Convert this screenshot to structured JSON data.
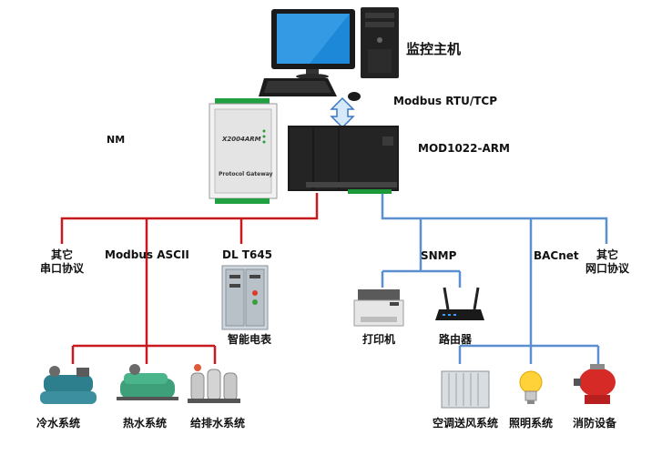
{
  "title_host": "监控主机",
  "protocol_top": "Modbus RTU/TCP",
  "device_main": "MOD1022-ARM",
  "gateway_text": "X2004ARM",
  "gateway_sub": "Protocol Gateway",
  "side_mark": "NM",
  "left_branch": {
    "other_serial_1": "其它",
    "other_serial_2": "串口协议",
    "modbus_ascii": "Modbus  ASCII",
    "dl_t645": "DL  T645",
    "smart_meter": "智能电表",
    "cold_water": "冷水系统",
    "hot_water": "热水系统",
    "water_supply": "给排水系统"
  },
  "right_branch": {
    "snmp": "SNMP",
    "bacnet": "BACnet",
    "other_net_1": "其它",
    "other_net_2": "网口协议",
    "printer": "打印机",
    "router": "路由器",
    "aircon": "空调送风系统",
    "lighting": "照明系统",
    "fire": "消防设备"
  },
  "colors": {
    "red_line": "#c8191f",
    "blue_line": "#5b8fd0"
  }
}
